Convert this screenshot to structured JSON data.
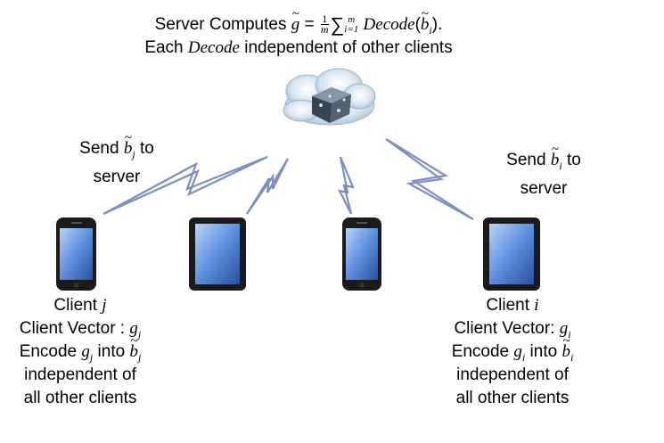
{
  "title": {
    "line1_prefix": "Server Computes",
    "line1_g": "g",
    "line1_eq": "=",
    "frac_num": "1",
    "frac_den": "m",
    "sum_top": "m",
    "sum_bottom": "i=1",
    "decode": "Decode",
    "b": "b",
    "i": "i",
    "line1_end": ").",
    "line2_prefix": "Each",
    "line2_decode": "Decode",
    "line2_suffix": "independent of other clients"
  },
  "send_j": {
    "word": "Send",
    "b": "b",
    "sub": "j",
    "to": "to",
    "line2": "server"
  },
  "send_i": {
    "word": "Send",
    "b": "b",
    "sub": "i",
    "to": "to",
    "line2": "server"
  },
  "client_j": {
    "label": "Client",
    "id": "j",
    "vector_label": "Client Vector :",
    "g": "g",
    "sub": "j",
    "encode": "Encode",
    "into": "into",
    "b": "b",
    "indep": "independent of",
    "others": "all other clients"
  },
  "client_i": {
    "label": "Client",
    "id": "i",
    "vector_label": "Client Vector:",
    "g": "g",
    "sub": "i",
    "encode": "Encode",
    "into": "into",
    "b": "b",
    "indep": "independent of",
    "others": "all other clients"
  },
  "colors": {
    "bolt": "#7b8fc0",
    "bolt_fill": "#ffffff",
    "device_body": "#1b1b1e",
    "screen": "#5d8ee0",
    "cloud": "#c9dbe8"
  },
  "icons": [
    "cloud-server-icon",
    "smartphone-icon",
    "tablet-icon",
    "lightning-bolt-icon"
  ]
}
